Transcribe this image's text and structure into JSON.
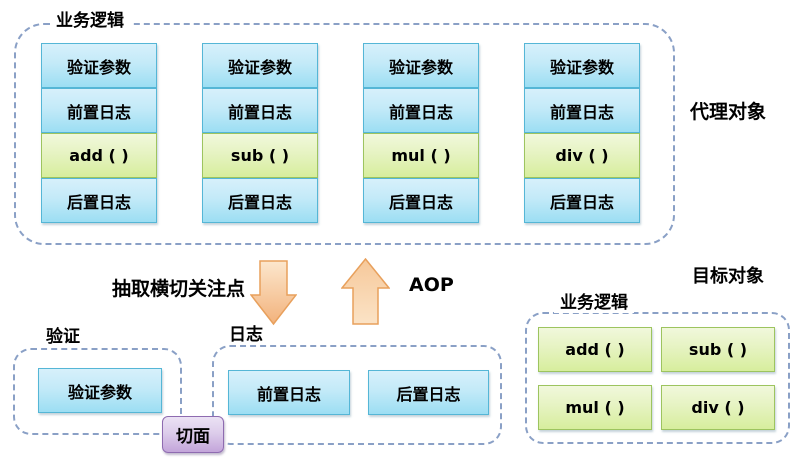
{
  "colors": {
    "dashed_border": "#8aa0c6",
    "blue_box_top": "#d7f0fb",
    "blue_box_bottom": "#9cdef3",
    "blue_box_border": "#55b6d6",
    "green_box_top": "#f1f8dc",
    "green_box_bottom": "#d7ee9d",
    "green_box_border": "#9dc45f",
    "purple_box": "#c3a5da",
    "arrow_fill_light": "#fce7cd",
    "arrow_fill_dark": "#f2b27c",
    "arrow_border": "#e8a05c",
    "text": "#000000"
  },
  "proxy": {
    "group_label": "业务逻辑",
    "side_label": "代理对象",
    "columns": [
      {
        "cells": [
          "验证参数",
          "前置日志",
          "add ( )",
          "后置日志"
        ]
      },
      {
        "cells": [
          "验证参数",
          "前置日志",
          "sub ( )",
          "后置日志"
        ]
      },
      {
        "cells": [
          "验证参数",
          "前置日志",
          "mul ( )",
          "后置日志"
        ]
      },
      {
        "cells": [
          "验证参数",
          "前置日志",
          "div ( )",
          "后置日志"
        ]
      }
    ]
  },
  "middle": {
    "extract_label": "抽取横切关注点",
    "aop_label": "AOP"
  },
  "aspect": {
    "label": "切面"
  },
  "validation_group": {
    "group_label": "验证",
    "box": "验证参数"
  },
  "log_group": {
    "group_label": "日志",
    "boxes": [
      "前置日志",
      "后置日志"
    ]
  },
  "target": {
    "title": "目标对象",
    "group_label": "业务逻辑",
    "methods": [
      "add ( )",
      "sub ( )",
      "mul ( )",
      "div ( )"
    ]
  }
}
